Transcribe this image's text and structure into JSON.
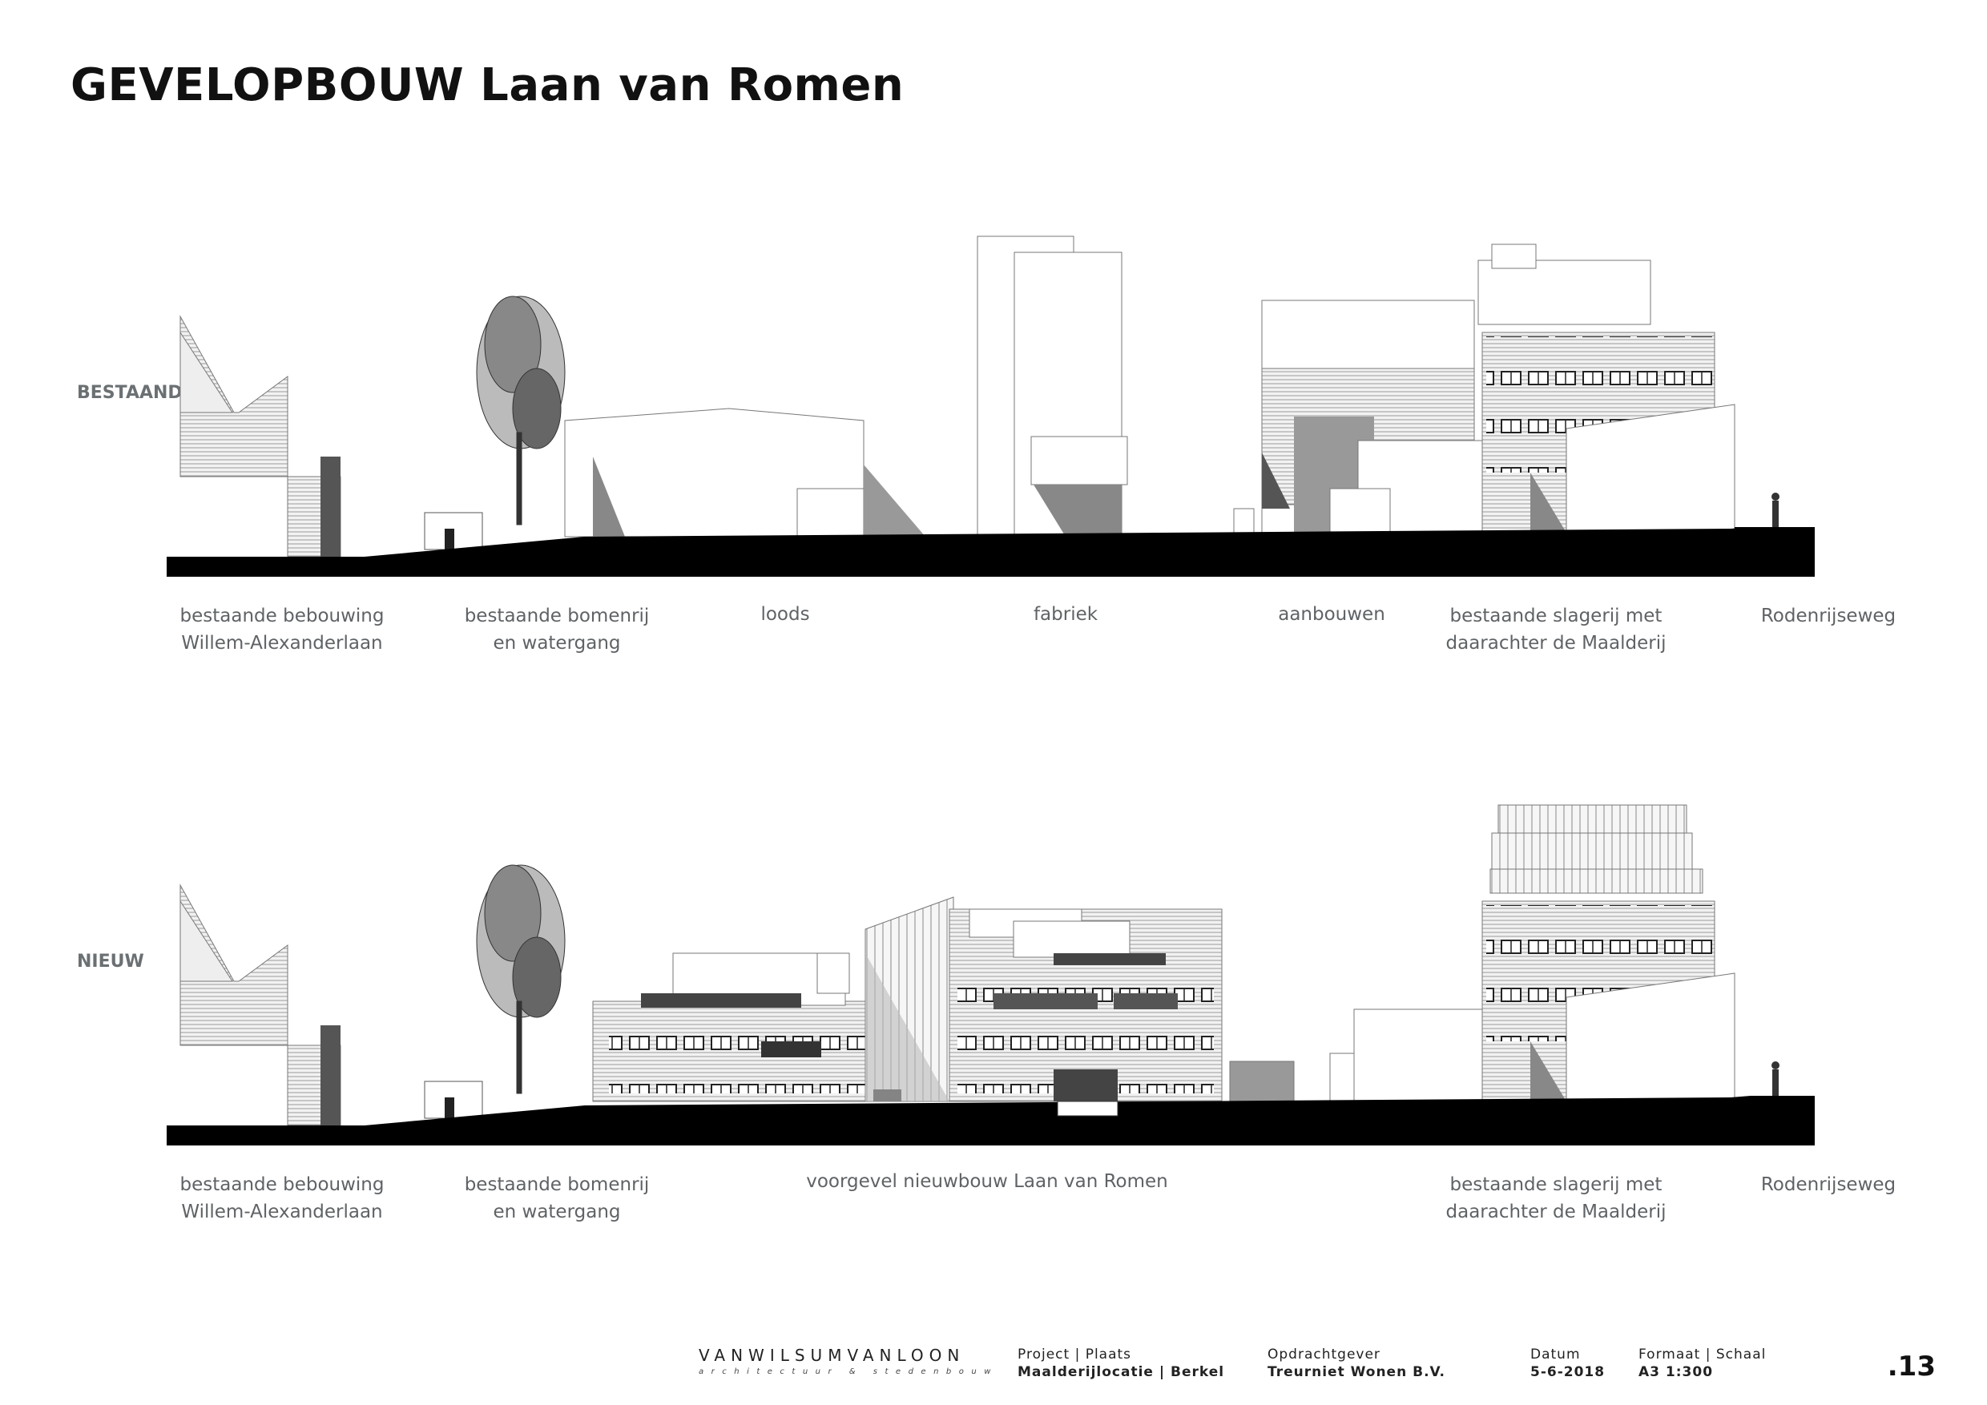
{
  "title": "GEVELOPBOUW Laan van Romen",
  "sections": {
    "bestaand": {
      "label": "BESTAAND",
      "captions": [
        {
          "line1": "bestaande bebouwing",
          "line2": "Willem-Alexanderlaan"
        },
        {
          "line1": "bestaande bomenrij",
          "line2": "en watergang"
        },
        {
          "line1": "loods",
          "line2": ""
        },
        {
          "line1": "fabriek",
          "line2": ""
        },
        {
          "line1": "aanbouwen",
          "line2": ""
        },
        {
          "line1": "bestaande slagerij met",
          "line2": "daarachter de Maalderij"
        },
        {
          "line1": "Rodenrijseweg",
          "line2": ""
        }
      ]
    },
    "nieuw": {
      "label": "NIEUW",
      "captions": [
        {
          "line1": "bestaande bebouwing",
          "line2": "Willem-Alexanderlaan"
        },
        {
          "line1": "bestaande bomenrij",
          "line2": "en watergang"
        },
        {
          "line1": "voorgevel nieuwbouw Laan van Romen",
          "line2": ""
        },
        {
          "line1": "bestaande slagerij met",
          "line2": "daarachter de Maalderij"
        },
        {
          "line1": "Rodenrijseweg",
          "line2": ""
        }
      ]
    }
  },
  "footer": {
    "brand_name": "VANWILSUMVANLOON",
    "brand_sub": "architectuur & stedenbouw",
    "project_label": "Project | Plaats",
    "project_value": "Maalderijlocatie | Berkel",
    "client_label": "Opdrachtgever",
    "client_value": "Treurniet Wonen B.V.",
    "date_label": "Datum",
    "date_value": "5-6-2018",
    "format_label": "Formaat | Schaal",
    "format_value": "A3 1:300",
    "page_number": ".13"
  }
}
